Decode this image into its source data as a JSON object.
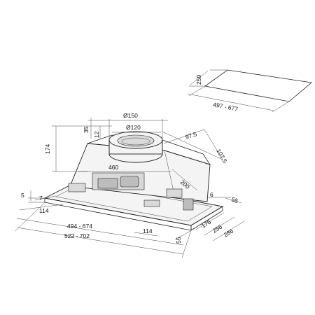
{
  "drawing": {
    "colors": {
      "line": "#222222",
      "background": "#ffffff",
      "shade": "#bdbdbd"
    }
  },
  "cutout": {
    "depth": "259",
    "width": "497 - 677"
  },
  "dimensions": {
    "duct_outer": "Ø150",
    "duct_inner": "Ø120",
    "collar_height": "35",
    "collar_step": "12",
    "overall_height": "174",
    "outlet_width": "460",
    "duct_offset_a": "97.5",
    "duct_offset_b": "107.5",
    "side_depth": "200",
    "flange_thickness": "5",
    "flange_left": "7",
    "flange_right": "6",
    "left_margin": "114",
    "inner_width": "494 - 674",
    "outer_width": "522 - 702",
    "front_offset": "114",
    "front_margin": "55",
    "side_margin": "55",
    "depth_inner": "176",
    "depth_mid": "256",
    "depth_outer": "286"
  }
}
